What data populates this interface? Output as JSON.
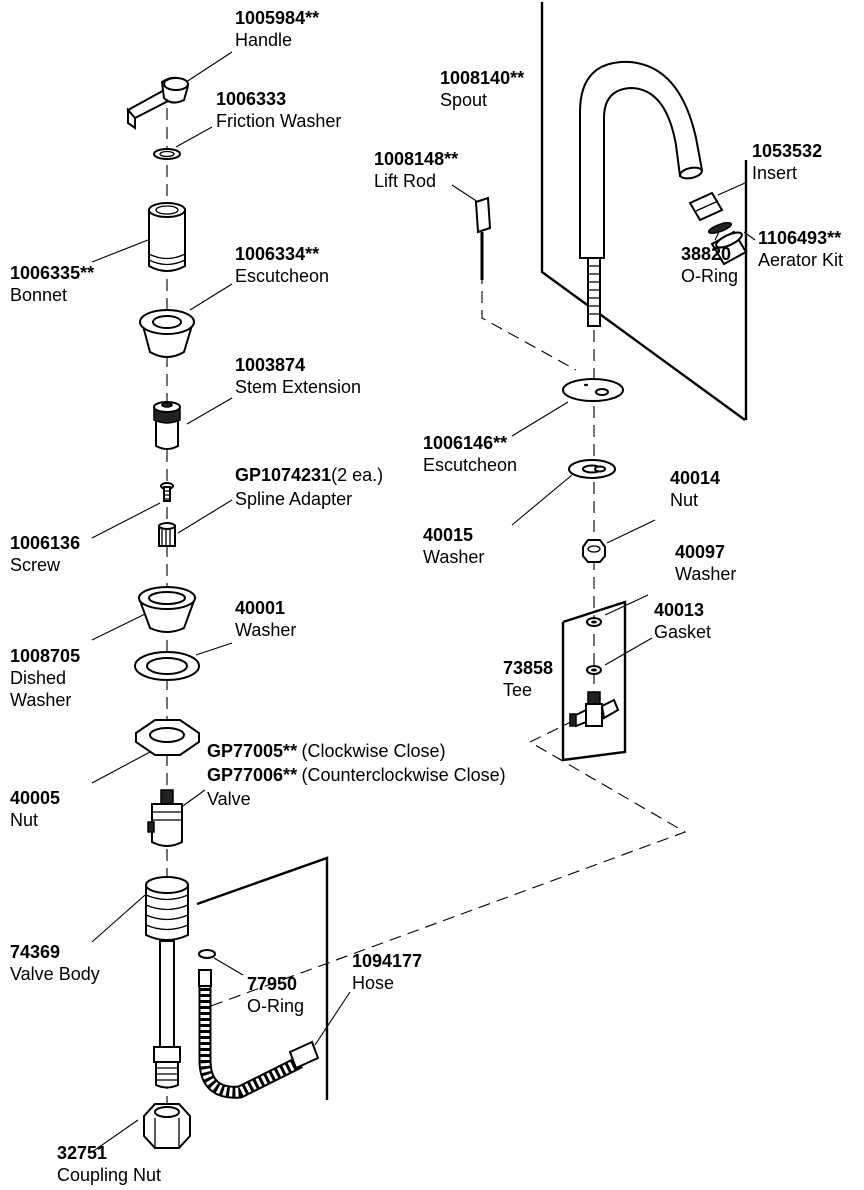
{
  "parts": {
    "handle": {
      "number": "1005984**",
      "name": "Handle"
    },
    "friction_washer": {
      "number": "1006333",
      "name": "Friction Washer"
    },
    "bonnet": {
      "number": "1006335**",
      "name": "Bonnet"
    },
    "escutcheon_left": {
      "number": "1006334**",
      "name": "Escutcheon"
    },
    "stem_extension": {
      "number": "1003874",
      "name": "Stem Extension"
    },
    "spline_adapter": {
      "number": "GP1074231",
      "qty": "(2 ea.)",
      "name": "Spline Adapter"
    },
    "screw": {
      "number": "1006136",
      "name": "Screw"
    },
    "dished_washer": {
      "number": "1008705",
      "name_line1": "Dished",
      "name_line2": "Washer"
    },
    "washer_40001": {
      "number": "40001",
      "name": "Washer"
    },
    "nut_40005": {
      "number": "40005",
      "name": "Nut"
    },
    "valve": {
      "number1": "GP77005**",
      "note1": "(Clockwise Close)",
      "number2": "GP77006**",
      "note2": "(Counterclockwise Close)",
      "name": "Valve"
    },
    "valve_body": {
      "number": "74369",
      "name": "Valve Body"
    },
    "o_ring_77950": {
      "number": "77950",
      "name": "O-Ring"
    },
    "hose": {
      "number": "1094177",
      "name": "Hose"
    },
    "coupling_nut": {
      "number": "32751",
      "name": "Coupling Nut"
    },
    "spout": {
      "number": "1008140**",
      "name": "Spout"
    },
    "lift_rod": {
      "number": "1008148**",
      "name": "Lift Rod"
    },
    "insert": {
      "number": "1053532",
      "name": "Insert"
    },
    "o_ring_38820": {
      "number": "38820",
      "name": "O-Ring"
    },
    "aerator_kit": {
      "number": "1106493**",
      "name": "Aerator Kit"
    },
    "escutcheon_right": {
      "number": "1006146**",
      "name": "Escutcheon"
    },
    "nut_40014": {
      "number": "40014",
      "name": "Nut"
    },
    "washer_40015": {
      "number": "40015",
      "name": "Washer"
    },
    "washer_40097": {
      "number": "40097",
      "name": "Washer"
    },
    "gasket": {
      "number": "40013",
      "name": "Gasket"
    },
    "tee": {
      "number": "73858",
      "name": "Tee"
    }
  }
}
